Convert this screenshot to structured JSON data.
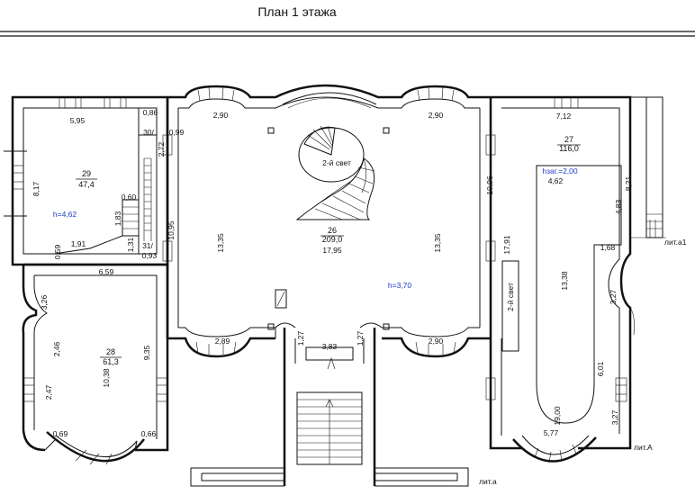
{
  "title": "План 1 этажа",
  "colors": {
    "ink": "#111111",
    "blue_note": "#1e3cc8"
  },
  "rooms": {
    "r29": {
      "num": "29",
      "area": "47,4",
      "height": "h=4,62"
    },
    "r26": {
      "num": "26",
      "area": "209,0",
      "second_light": "2-й свет",
      "height": "h=3,70"
    },
    "r27": {
      "num": "27",
      "area": "116,0",
      "height": "hзаг.=2,00",
      "second_light": "2-й свет"
    },
    "r28": {
      "num": "28",
      "area": "61,3"
    }
  },
  "dims": {
    "d595": "5,95",
    "d086": "0,86",
    "d817": "8,17",
    "d30": "30/",
    "d272": "2,72",
    "d060": "0,60",
    "d183": "1,83",
    "d059": "0,59",
    "d191": "1,91",
    "d131": "1,31",
    "d31": "31/",
    "d093": "0,93",
    "d099": "0,99",
    "d290a": "2,90",
    "d290b": "2,90",
    "d1095": "10,95",
    "d1335a": "13,35",
    "d1335b": "13,35",
    "d1795": "17,95",
    "d1096": "10,96",
    "d1791": "17,91",
    "d712": "7,12",
    "d462": "4,62",
    "d821": "8,21",
    "d483": "4,83",
    "d168": "1,68",
    "d1338": "13,38",
    "d327a": "3,27",
    "d327b": "3,27",
    "d601": "6,01",
    "d1900": "19,00",
    "d577": "5,77",
    "d659": "6,59",
    "d326": "3,26",
    "d246": "2,46",
    "d1038": "10,38",
    "d935": "9,35",
    "d247": "2,47",
    "d069": "0,69",
    "d066": "0,66",
    "d289": "2,89",
    "d127a": "1,27",
    "d383": "3,83",
    "d127b": "1,27",
    "d290c": "2,90"
  },
  "liters": {
    "a1": "лит.а1",
    "A": "лит.А",
    "a": "лит.а"
  }
}
